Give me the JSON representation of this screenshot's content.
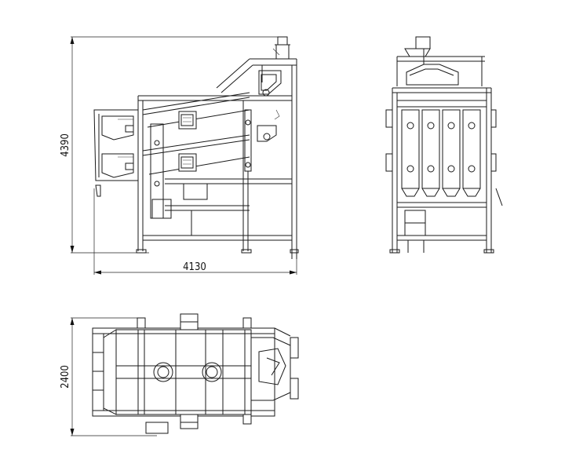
{
  "drawing": {
    "dimensions": {
      "side_height": "4390",
      "side_width": "4130",
      "top_depth": "2400"
    },
    "views": [
      "side-elevation",
      "end-elevation",
      "plan-view"
    ]
  }
}
